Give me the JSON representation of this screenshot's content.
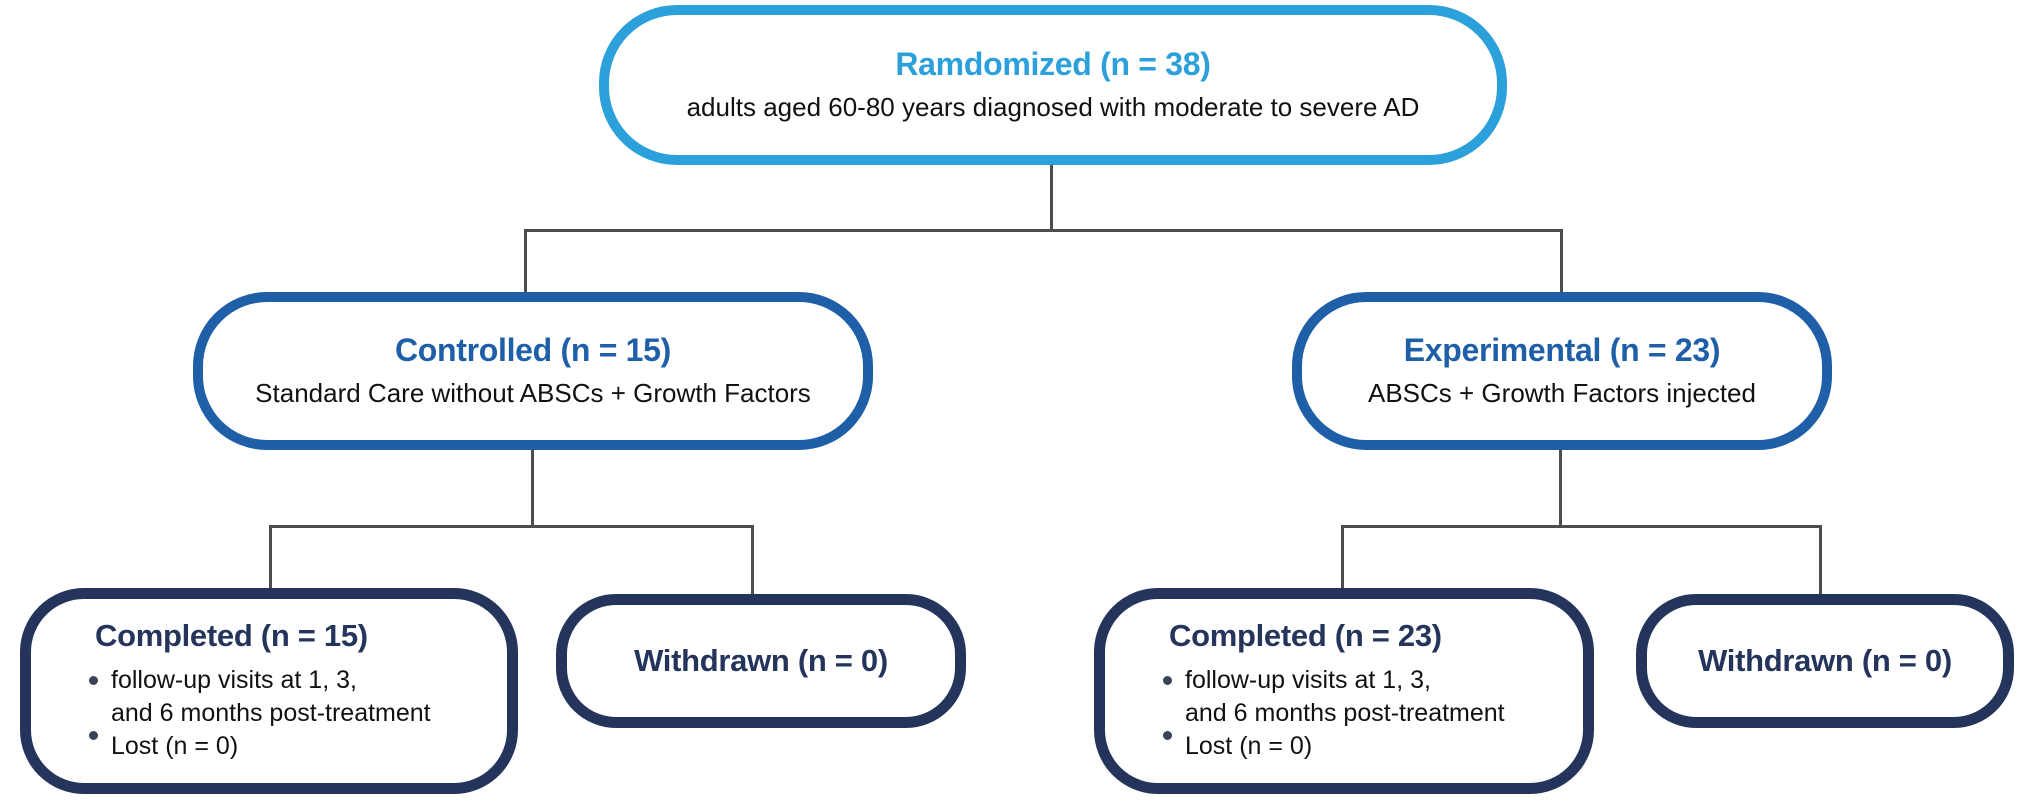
{
  "colors": {
    "light_blue": "#2ba0da",
    "medium_blue": "#1e5fa8",
    "navy": "#24345b",
    "line": "#4d4d4d"
  },
  "nodes": {
    "randomized": {
      "title": "Ramdomized (n = 38)",
      "subtitle": "adults aged 60-80 years diagnosed with moderate to severe AD"
    },
    "controlled": {
      "title": "Controlled (n = 15)",
      "subtitle": "Standard Care without ABSCs + Growth Factors"
    },
    "experimental": {
      "title": "Experimental (n = 23)",
      "subtitle": "ABSCs + Growth Factors injected"
    },
    "controlled_completed": {
      "title": "Completed (n = 15)",
      "bullet1_line1": "follow-up visits at 1, 3,",
      "bullet1_line2": "and 6 months post-treatment",
      "bullet2": "Lost (n = 0)"
    },
    "controlled_withdrawn": {
      "title": "Withdrawn (n = 0)"
    },
    "experimental_completed": {
      "title": "Completed (n = 23)",
      "bullet1_line1": "follow-up visits at 1, 3,",
      "bullet1_line2": "and 6 months post-treatment",
      "bullet2": "Lost (n = 0)"
    },
    "experimental_withdrawn": {
      "title": "Withdrawn (n = 0)"
    }
  }
}
